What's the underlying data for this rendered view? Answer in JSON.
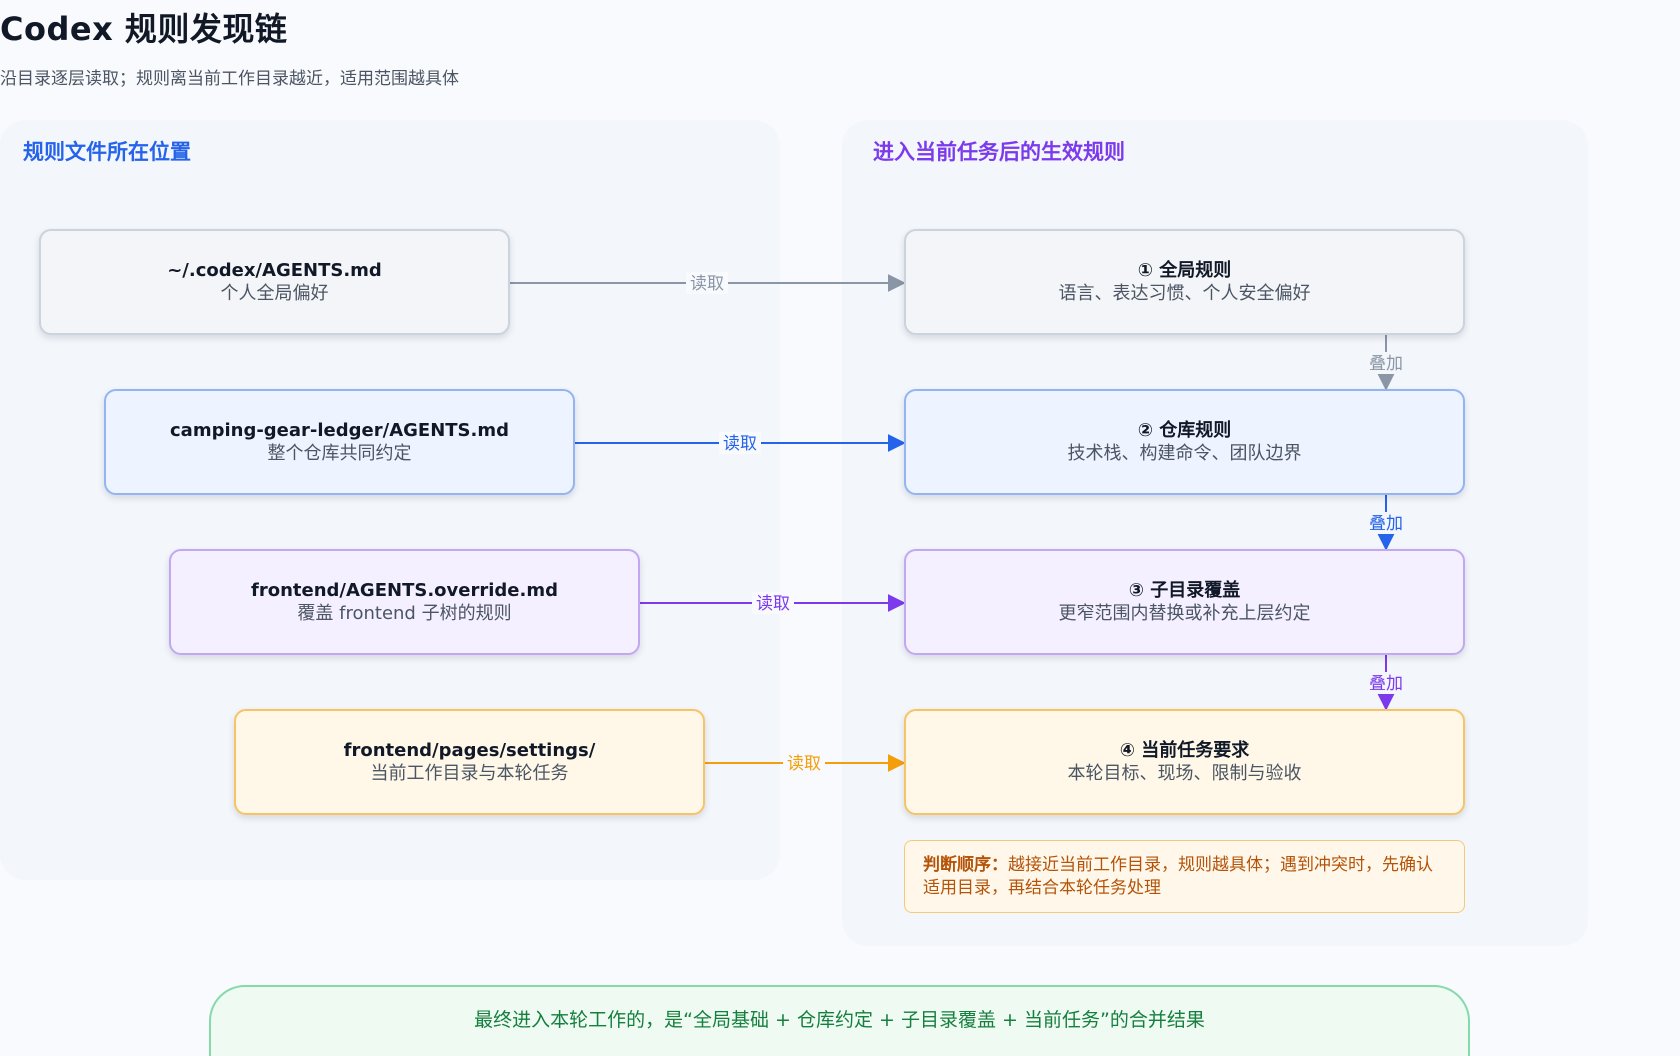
{
  "header": {
    "title": "Codex 规则发现链",
    "subtitle": "沿目录逐层读取；规则离当前工作目录越近，适用范围越具体"
  },
  "panels": {
    "left_title": "规则文件所在位置",
    "right_title": "进入当前任务后的生效规则"
  },
  "sources": [
    {
      "path": "~/.codex/AGENTS.md",
      "desc": "个人全局偏好"
    },
    {
      "path": "camping-gear-ledger/AGENTS.md",
      "desc": "整个仓库共同约定"
    },
    {
      "path": "frontend/AGENTS.override.md",
      "desc": "覆盖 frontend 子树的规则"
    },
    {
      "path": "frontend/pages/settings/",
      "desc": "当前工作目录与本轮任务"
    }
  ],
  "rules": [
    {
      "title": "① 全局规则",
      "desc": "语言、表达习惯、个人安全偏好"
    },
    {
      "title": "② 仓库规则",
      "desc": "技术栈、构建命令、团队边界"
    },
    {
      "title": "③ 子目录覆盖",
      "desc": "更窄范围内替换或补充上层约定"
    },
    {
      "title": "④ 当前任务要求",
      "desc": "本轮目标、现场、限制与验收"
    }
  ],
  "edges": {
    "read_label": "读取",
    "stack_label": "叠加"
  },
  "note": {
    "label": "判断顺序：",
    "text": "越接近当前工作目录，规则越具体；遇到冲突时，先确认适用目录，再结合本轮任务处理"
  },
  "footer": {
    "text": "最终进入本轮工作的，是“全局基础 + 仓库约定 + 子目录覆盖 + 当前任务”的合并结果"
  },
  "colors": {
    "gray": "#8a96a6",
    "blue": "#2563eb",
    "purple": "#7c3aed",
    "orange": "#f59e0b",
    "green": "#15803d"
  }
}
